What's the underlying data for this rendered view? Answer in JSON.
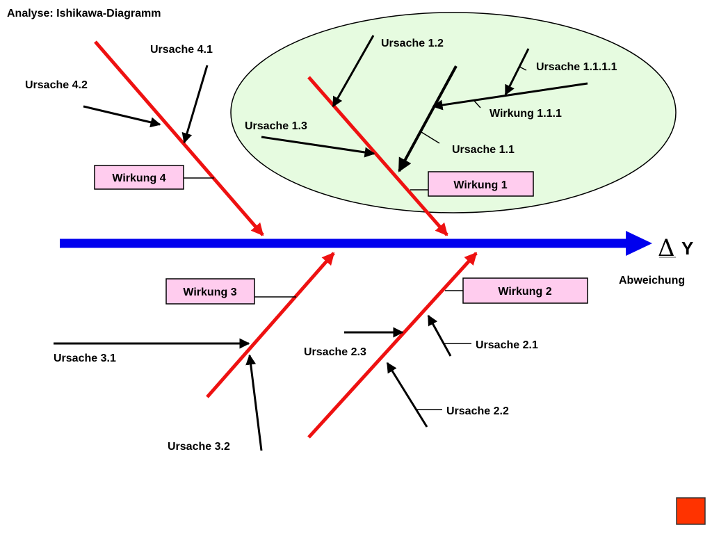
{
  "title": "Analyse: Ishikawa-Diagramm",
  "effect": {
    "symbol": "Δ",
    "label": "Y",
    "caption": "Abweichung"
  },
  "effects": {
    "w1": "Wirkung 1",
    "w2": "Wirkung 2",
    "w3": "Wirkung 3",
    "w4": "Wirkung 4",
    "w111": "Wirkung 1.1.1"
  },
  "causes": {
    "u11": "Ursache 1.1",
    "u12": "Ursache 1.2",
    "u13": "Ursache 1.3",
    "u1111": "Ursache 1.1.1.1",
    "u21": "Ursache 2.1",
    "u22": "Ursache 2.2",
    "u23": "Ursache 2.3",
    "u31": "Ursache 3.1",
    "u32": "Ursache 3.2",
    "u41": "Ursache 4.1",
    "u42": "Ursache 4.2"
  },
  "colors": {
    "spine": "#0000ee",
    "bone": "#ee1111",
    "arrow": "#000000",
    "box_fill": "#ffccee",
    "ellipse_fill": "#e6fbe0",
    "nav_square": "#ff3300"
  }
}
